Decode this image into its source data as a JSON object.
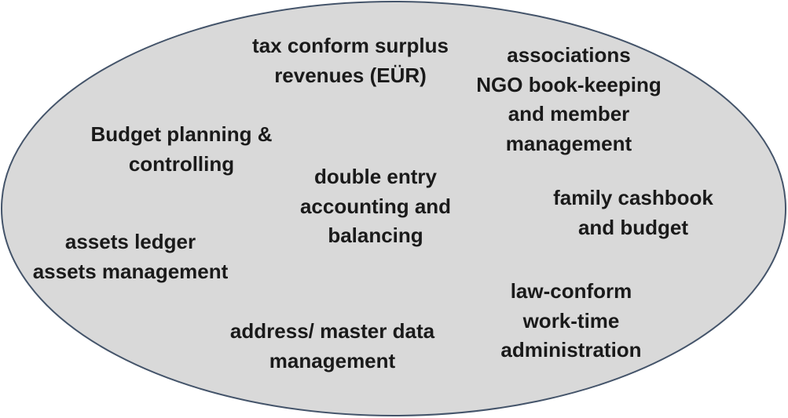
{
  "diagram": {
    "fill_color": "#d9d9d9",
    "stroke_color": "#44546a",
    "text_color": "#1a1a1a",
    "items": {
      "tax_surplus": [
        "tax conform surplus",
        "revenues (EÜR)"
      ],
      "associations": [
        "associations",
        "NGO book-keeping",
        "and member",
        "management"
      ],
      "budget_planning": [
        "Budget planning &",
        "controlling"
      ],
      "double_entry": [
        "double entry",
        "accounting and",
        "balancing"
      ],
      "family_cashbook": [
        "family cashbook",
        "and budget"
      ],
      "assets": [
        "assets ledger",
        "assets management"
      ],
      "work_time": [
        "law-conform",
        "work-time",
        "administration"
      ],
      "address": [
        "address/ master data",
        "management"
      ]
    }
  }
}
